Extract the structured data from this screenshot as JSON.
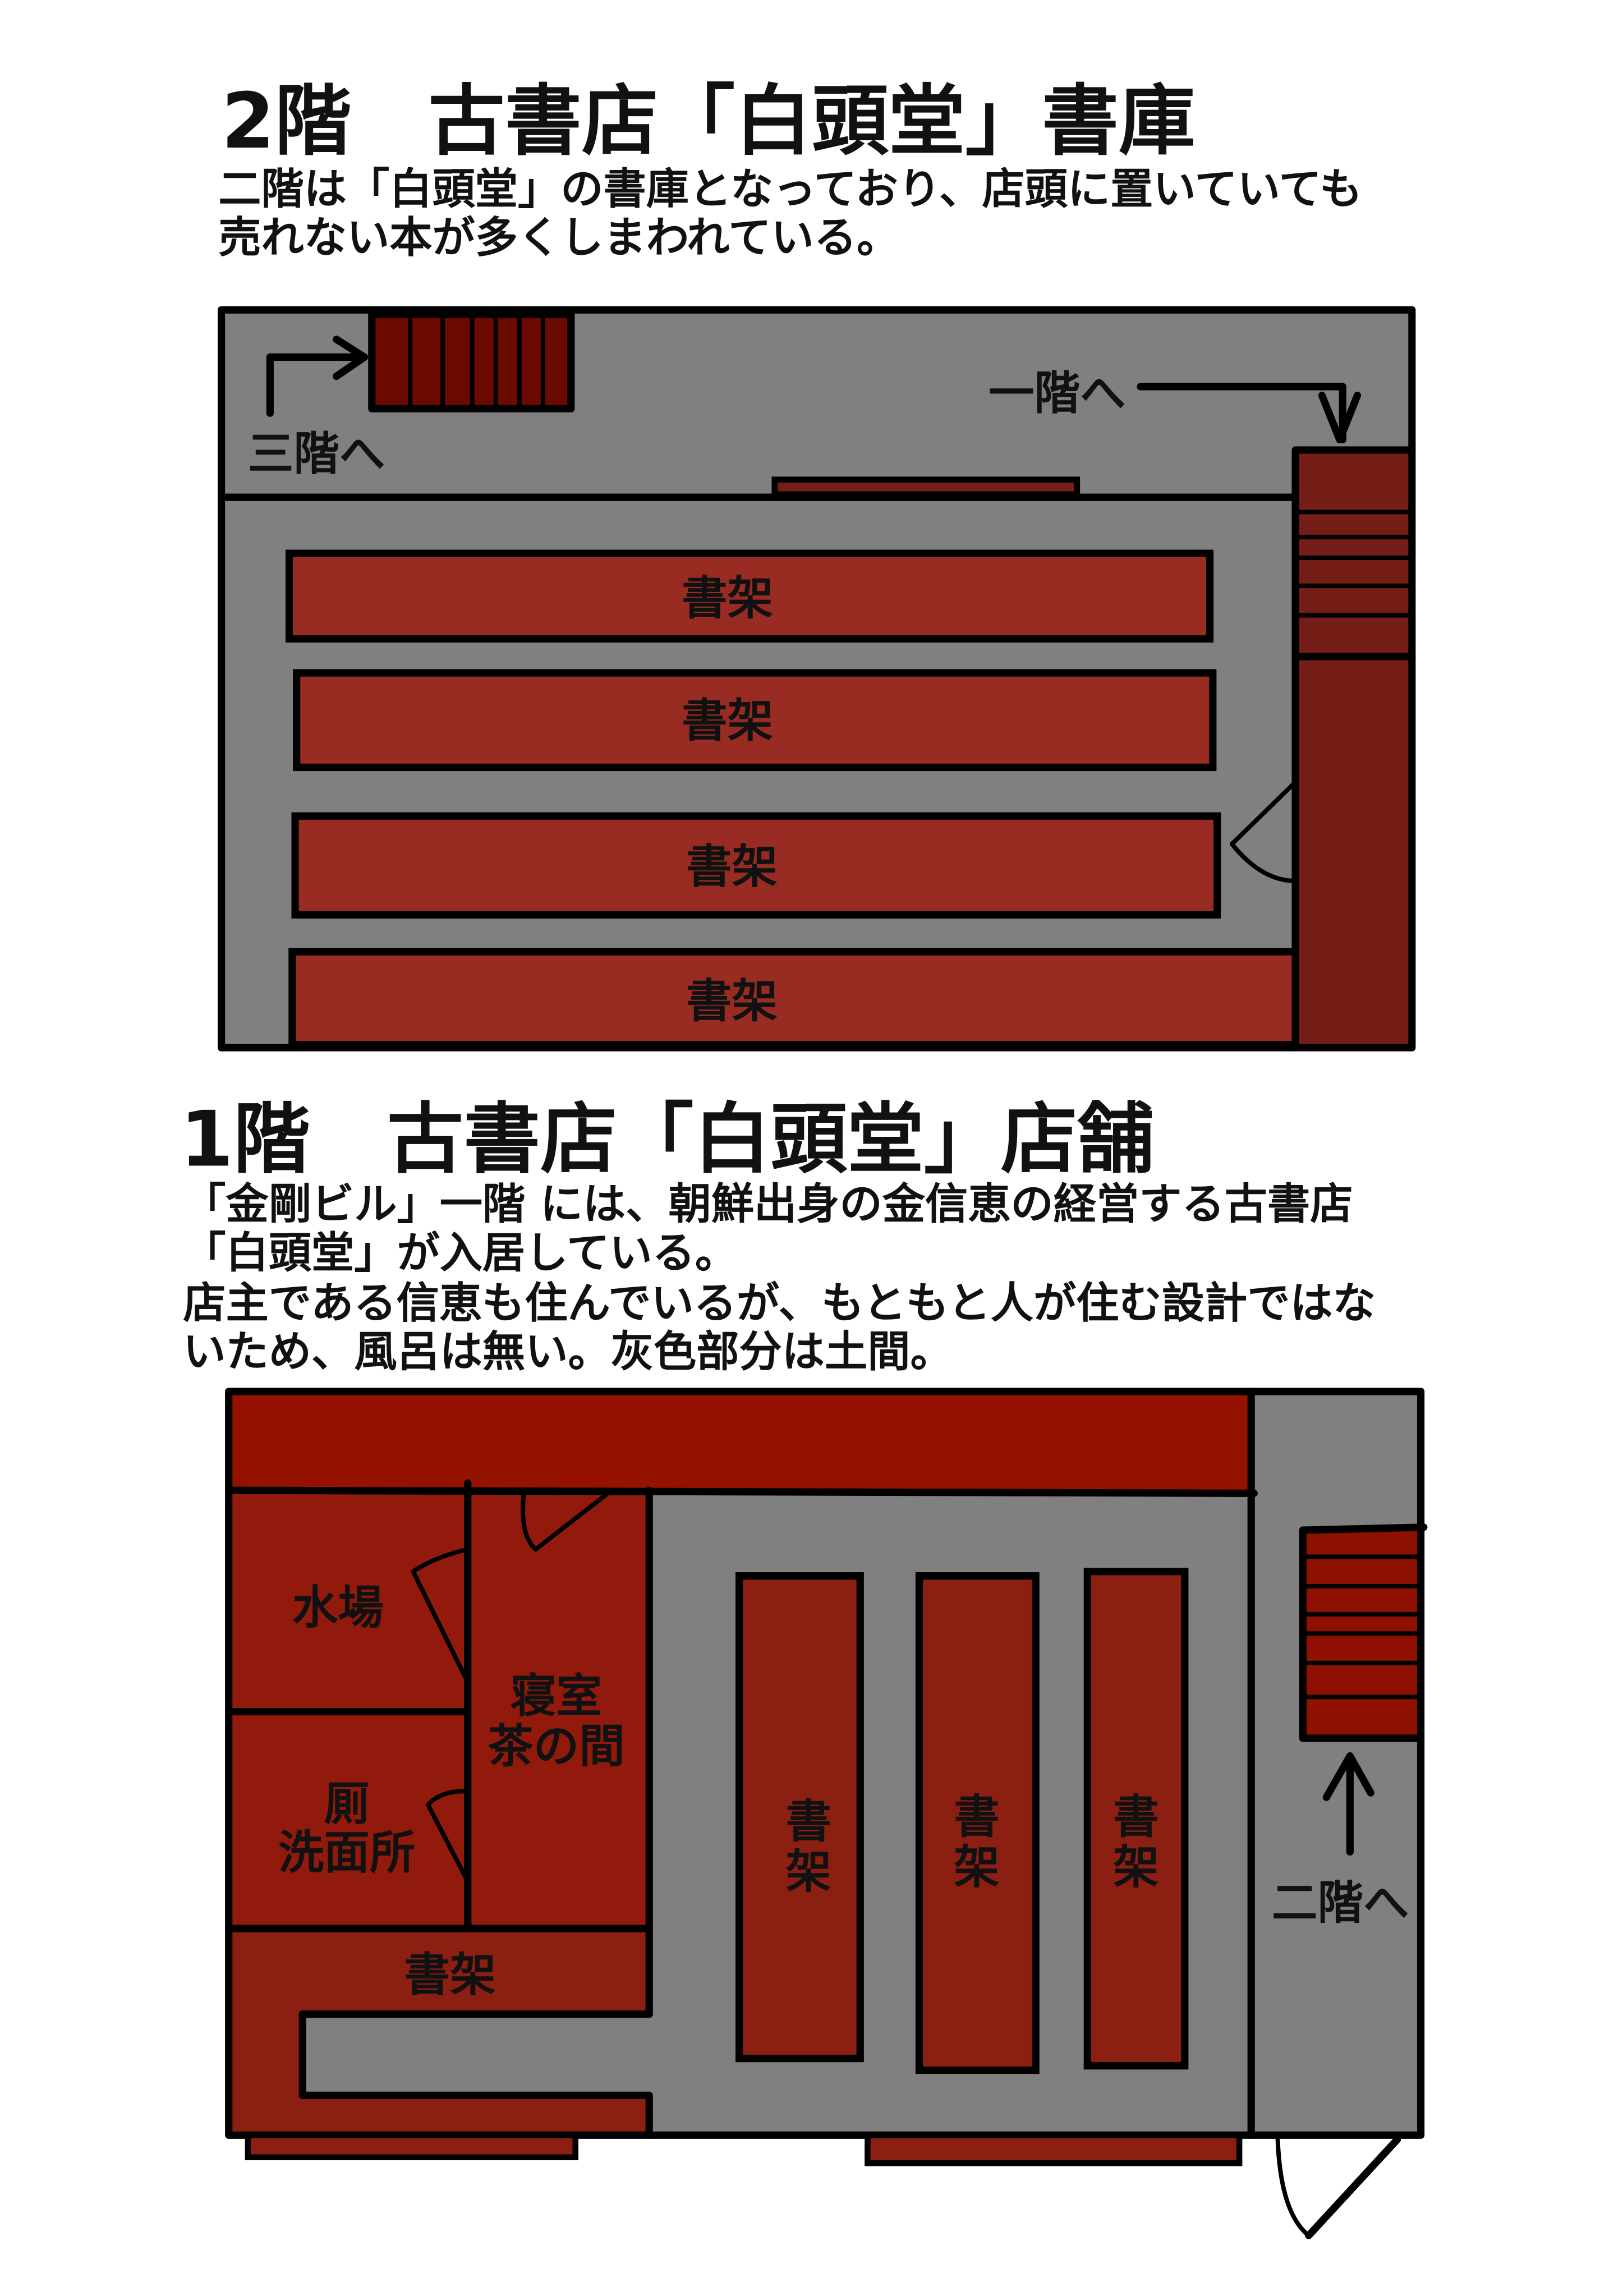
{
  "floor2": {
    "title": "2階　古書店「白頭堂」書庫",
    "description": [
      "二階は「白頭堂」の書庫となっており、店頭に置いていても",
      "売れない本が多くしまわれている。"
    ],
    "labels": {
      "to_third_floor": "三階へ",
      "to_first_floor": "一階へ",
      "shelf": "書架"
    }
  },
  "floor1": {
    "title": "1階　古書店「白頭堂」店舗",
    "description": [
      "「金剛ビル」一階 には、朝鮮出身の金信恵の経営する古書店",
      "「白頭堂」が入居している。",
      "店主である信恵も住んでいるが、もともと人が住む設計ではな",
      "いため、風呂は無い。灰色部分は土間。"
    ],
    "labels": {
      "kitchen": "水場",
      "toilet": "厠",
      "washroom": "洗面所",
      "bedroom": "寝室",
      "living_room": "茶の間",
      "shelf": "書架",
      "shelf_v1": "書",
      "shelf_v2": "架",
      "to_second_floor": "二階へ"
    }
  },
  "colors": {
    "floor_gray": "#808080",
    "shelf_red": "#982c22",
    "stair_dark": "#6b0a00",
    "stair_column": "#741e17",
    "band_red": "#951100",
    "room_red": "#911a0c",
    "shelf_red_1f": "#8a1f12",
    "stair_red_1f": "#8e1000"
  }
}
